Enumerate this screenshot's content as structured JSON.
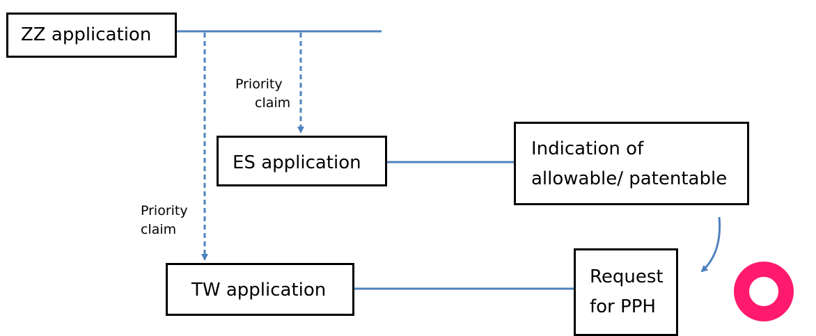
{
  "colors": {
    "connector": "#4f81bd",
    "box_border": "#000000",
    "text": "#000000",
    "ring": "#ff1a6e"
  },
  "nodes": {
    "zz_application": "ZZ application",
    "es_application": "ES application",
    "indication_line1": "Indication of",
    "indication_line2": "allowable/ patentable",
    "tw_application": "TW application",
    "request_line1": "Request",
    "request_line2": "for PPH"
  },
  "annotations": {
    "priority_claim_1_line1": "Priority",
    "priority_claim_1_line2": "claim",
    "priority_claim_2_line1": "Priority",
    "priority_claim_2_line2": "claim"
  },
  "icons": {
    "status_mark": "circle-ring-icon"
  }
}
